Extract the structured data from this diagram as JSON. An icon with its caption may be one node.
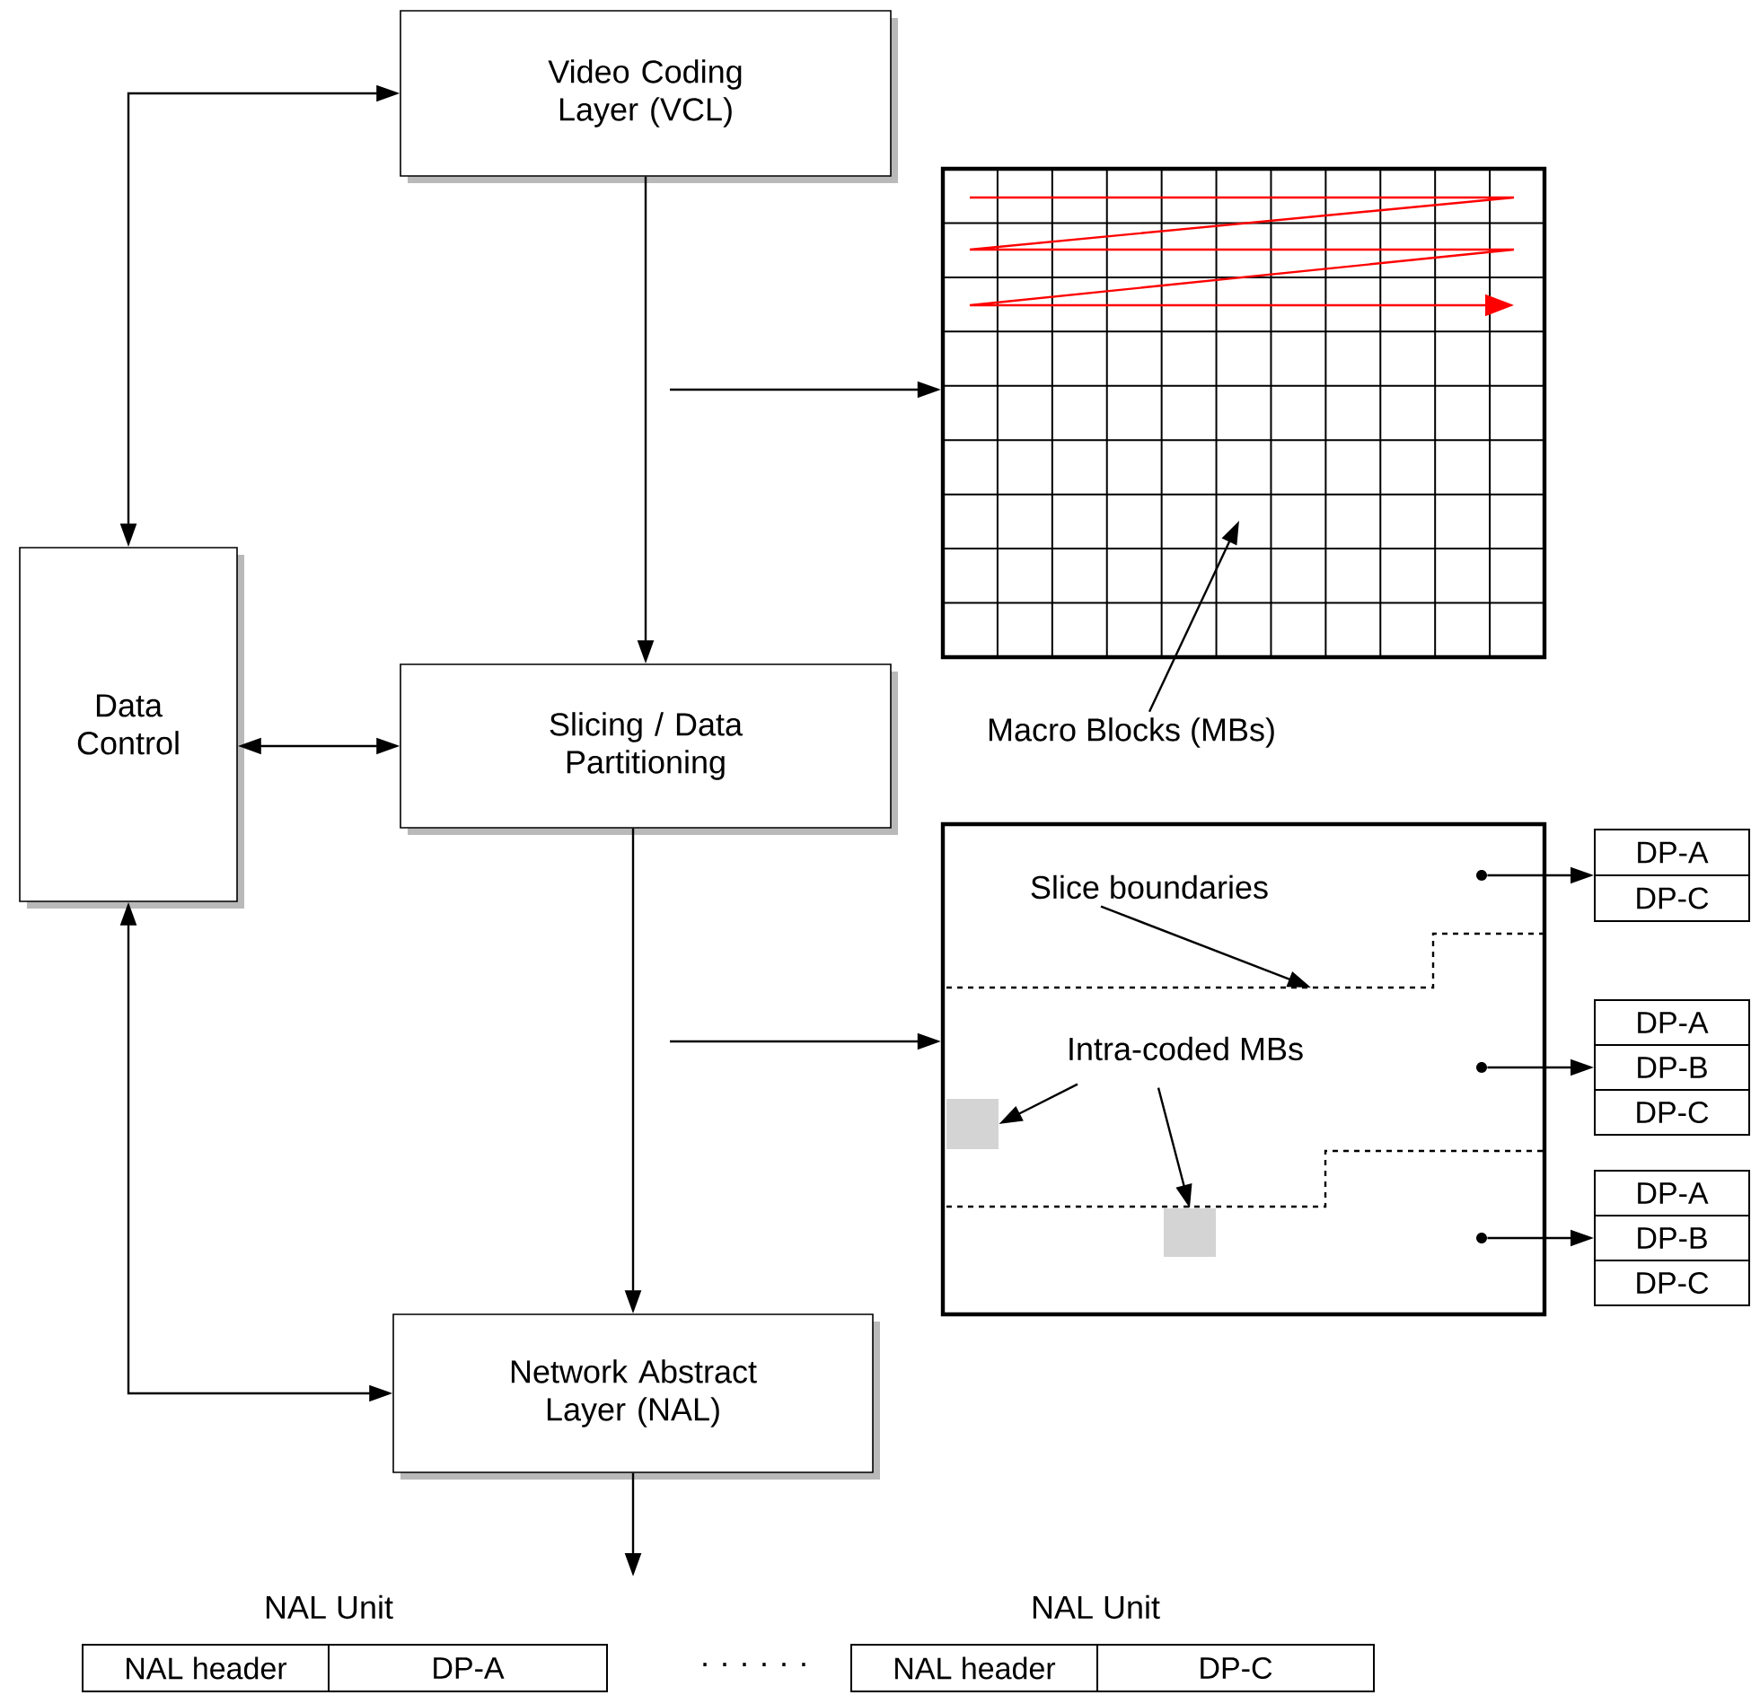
{
  "diagram": {
    "nodes": [
      {
        "text": [
          "Video Coding Layer (VCL)"
        ]
      },
      {
        "text": [
          "Data Control"
        ]
      },
      {
        "text": [
          "Slicing / Data Partitioning"
        ]
      },
      {
        "text": [
          "Network Abstract Layer (NAL)"
        ]
      },
      {
        "text": [],
        "shape": "grid"
      },
      {
        "text": [
          "Macro Blocks (MBs)"
        ]
      },
      {
        "text": [],
        "shape": "box"
      },
      {
        "text": [
          "Slice boundaries"
        ],
        "in": 6
      },
      {
        "text": [
          "Intra-coded MBs"
        ],
        "in": 6
      },
      {
        "text": [],
        "shape": "box",
        "in": 6
      },
      {
        "text": [],
        "shape": "box",
        "in": 6
      },
      {
        "text": [],
        "shape": "box"
      },
      {
        "text": [
          "DP-A"
        ],
        "in": 11
      },
      {
        "text": [
          "DP-C"
        ],
        "in": 11
      },
      {
        "text": [],
        "shape": "box"
      },
      {
        "text": [
          "DP-A"
        ],
        "in": 14
      },
      {
        "text": [
          "DP-B"
        ],
        "in": 14
      },
      {
        "text": [
          "DP-C"
        ],
        "in": 14
      },
      {
        "text": [],
        "shape": "box"
      },
      {
        "text": [
          "DP-A"
        ],
        "in": 18
      },
      {
        "text": [
          "DP-B"
        ],
        "in": 18
      },
      {
        "text": [
          "DP-C"
        ],
        "in": 18
      },
      {
        "text": [
          "NAL header"
        ]
      },
      {
        "text": [
          "DP-A"
        ]
      },
      {
        "text": [
          "NAL header"
        ]
      },
      {
        "text": [
          "DP-C"
        ]
      },
      {
        "text": [],
        "shape": "circle",
        "in": 6
      },
      {
        "text": [],
        "shape": "circle",
        "in": 6
      },
      {
        "text": [],
        "shape": "circle",
        "in": 6
      }
    ],
    "edges": [
      {
        "from": 1,
        "to": 0,
        "arrow": "both"
      },
      {
        "from": 1,
        "to": 2,
        "arrow": "both"
      },
      {
        "from": 1,
        "to": 3,
        "arrow": "both"
      },
      {
        "from": 0,
        "to": 2,
        "arrow": "to"
      },
      {
        "from": 2,
        "to": 3,
        "arrow": "to"
      },
      {
        "from": 3,
        "to": null,
        "arrow": "to"
      },
      {
        "from": null,
        "to": 4,
        "arrow": "to"
      },
      {
        "from": null,
        "to": 6,
        "arrow": "to"
      },
      {
        "from": 5,
        "to": 4,
        "arrow": "to"
      },
      {
        "from": 7,
        "to": null,
        "arrow": "to"
      },
      {
        "from": 8,
        "to": 9,
        "arrow": "to"
      },
      {
        "from": 8,
        "to": 10,
        "arrow": "to"
      },
      {
        "from": 26,
        "to": 11,
        "arrow": "to"
      },
      {
        "from": 27,
        "to": 14,
        "arrow": "to"
      },
      {
        "from": 28,
        "to": 18,
        "arrow": "to"
      }
    ],
    "labels": [
      "NAL Unit",
      "NAL Unit",
      "· · · · · ·"
    ]
  }
}
